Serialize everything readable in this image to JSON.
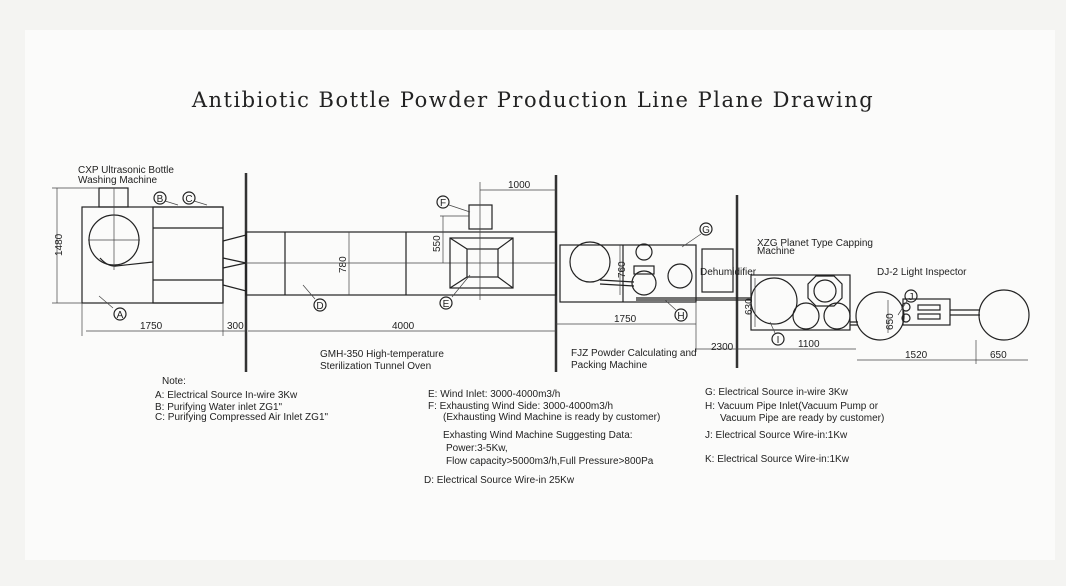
{
  "title": "Antibiotic Bottle Powder Production Line Plane Drawing",
  "machines": {
    "washer": [
      "CXP Ultrasonic Bottle",
      "Washing Machine"
    ],
    "oven": [
      "GMH-350 High-temperature",
      "Sterilization Tunnel Oven"
    ],
    "filler": [
      "FJZ  Powder Calculating and",
      "Packing Machine"
    ],
    "dehumidifier": "Dehumidifier",
    "capper": [
      "XZG Planet Type Capping",
      "Machine"
    ],
    "inspector": "DJ-2 Light Inspector"
  },
  "dimensions": {
    "washer_height": "1480",
    "washer_length": "1750",
    "gap": "300",
    "oven_length": "4000",
    "oven_width": "780",
    "exhaust_offset": "1000",
    "exhaust_height": "550",
    "filler_width": "760",
    "filler_length": "1750",
    "room_gap": "2300",
    "capper_width": "630",
    "capper_length": "1100",
    "inspector_width": "650",
    "inspector_length": "1520",
    "end_table": "650"
  },
  "markers": [
    "A",
    "B",
    "C",
    "D",
    "E",
    "F",
    "G",
    "H",
    "I",
    "J"
  ],
  "notes": {
    "heading": "Note:",
    "left": [
      "A:  Electrical Source In-wire 3Kw",
      "B:  Purifying Water  inlet ZG1\"",
      "C:  Purifying Compressed Air Inlet ZG1\""
    ],
    "middle": [
      "E:  Wind Inlet: 3000-4000m3/h",
      "F:  Exhausting Wind Side: 3000-4000m3/h",
      "(Exhausting Wind Machine is ready by customer)",
      "Exhasting Wind Machine Suggesting Data:",
      "Power:3-5Kw,",
      "Flow capacity>5000m3/h,Full Pressure>800Pa",
      "D:  Electrical Source Wire-in 25Kw"
    ],
    "right": [
      "G:  Electrical Source in-wire 3Kw",
      "H:  Vacuum Pipe Inlet(Vacuum Pump or",
      "Vacuum Pipe are ready by customer)",
      "J:  Electrical Source Wire-in:1Kw",
      "K:  Electrical Source Wire-in:1Kw"
    ]
  }
}
